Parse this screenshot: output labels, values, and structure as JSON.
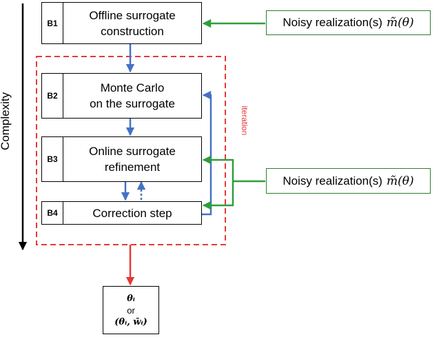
{
  "axis": {
    "label": "Complexity"
  },
  "iteration_label": "iteration",
  "blocks": [
    {
      "id": "B1",
      "lines": [
        "Offline surrogate",
        "construction"
      ]
    },
    {
      "id": "B2",
      "lines": [
        "Monte Carlo",
        "on the surrogate"
      ]
    },
    {
      "id": "B3",
      "lines": [
        "Online surrogate",
        "refinement"
      ]
    },
    {
      "id": "B4",
      "lines": [
        "Correction step"
      ]
    }
  ],
  "noisy_top": {
    "text": "Noisy realization(s)",
    "symbol": "m̃(θ)"
  },
  "noisy_bottom": {
    "text": "Noisy realization(s)",
    "symbol": "m̃(θ)"
  },
  "output": {
    "line1": "θᵢ",
    "line2": "or",
    "line3": "(θᵢ, w̄ᵢ)"
  },
  "colors": {
    "flow": "#4472c4",
    "noisy": "#2e9e3a",
    "iteration": "#e53935",
    "output": "#e53935"
  }
}
